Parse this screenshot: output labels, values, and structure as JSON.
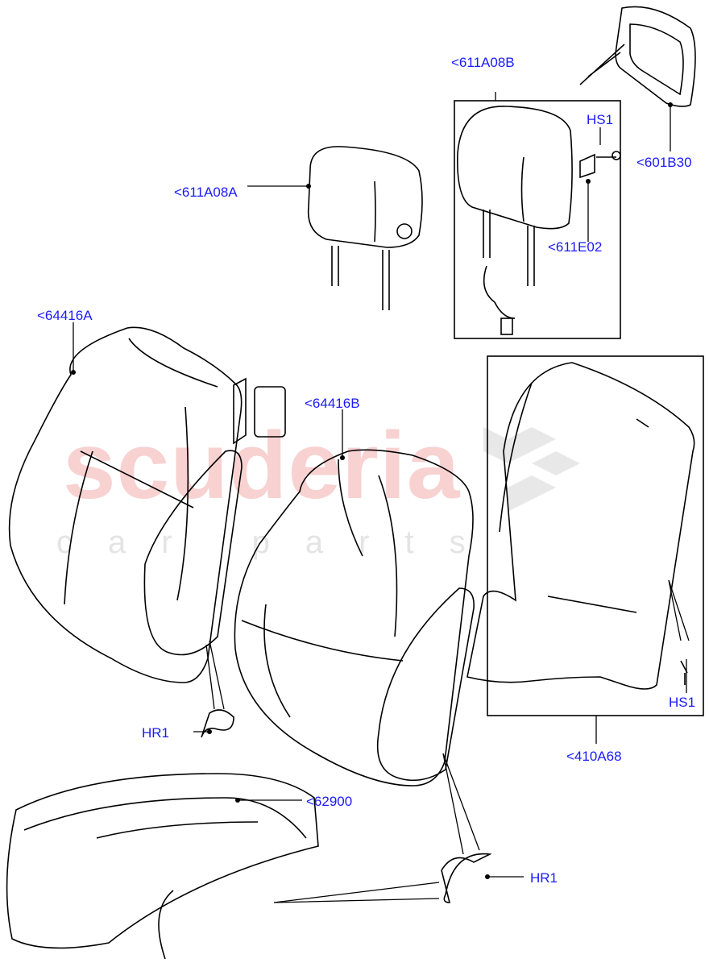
{
  "watermark": {
    "main": "scuderia",
    "sub": "car parts",
    "color": "#f7c9c9"
  },
  "label_color": "#1a1aff",
  "callouts": [
    {
      "id": "611A08B",
      "text": "<611A08B"
    },
    {
      "id": "HS1-top",
      "text": "HS1"
    },
    {
      "id": "601B30",
      "text": "<601B30"
    },
    {
      "id": "611A08A",
      "text": "<611A08A"
    },
    {
      "id": "611E02",
      "text": "<611E02"
    },
    {
      "id": "64416A",
      "text": "<64416A"
    },
    {
      "id": "64416B",
      "text": "<64416B"
    },
    {
      "id": "HS1-bottom",
      "text": "HS1"
    },
    {
      "id": "HR1-left",
      "text": "HR1"
    },
    {
      "id": "410A68",
      "text": "<410A68"
    },
    {
      "id": "62900",
      "text": "<62900"
    },
    {
      "id": "HR1-bottom",
      "text": "HR1"
    }
  ]
}
